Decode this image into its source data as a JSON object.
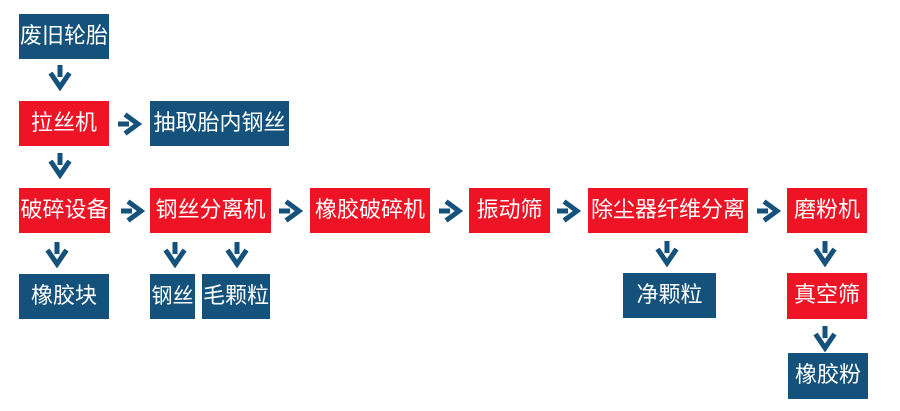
{
  "colors": {
    "red": "#ee1426",
    "blue": "#14527b",
    "arrow": "#14527b",
    "text": "#ffffff",
    "background": "#ffffff"
  },
  "diagram": {
    "description": "waste-tire-recycling-process-flowchart",
    "nodes": {
      "waste_tires": {
        "label": "废旧轮胎",
        "style": "blue"
      },
      "wire_drawing_machine": {
        "label": "拉丝机",
        "style": "red"
      },
      "extract_tire_steel": {
        "label": "抽取胎内钢丝",
        "style": "blue"
      },
      "crushing_equipment": {
        "label": "破碎设备",
        "style": "red"
      },
      "steel_wire_separator": {
        "label": "钢丝分离机",
        "style": "red"
      },
      "rubber_crusher": {
        "label": "橡胶破碎机",
        "style": "red"
      },
      "vibrating_screen": {
        "label": "振动筛",
        "style": "red"
      },
      "dust_fiber_separation": {
        "label": "除尘器纤维分离",
        "style": "red"
      },
      "grinding_machine": {
        "label": "磨粉机",
        "style": "red"
      },
      "rubber_block": {
        "label": "橡胶块",
        "style": "blue"
      },
      "steel_wire": {
        "label": "钢丝",
        "style": "blue"
      },
      "rough_granules": {
        "label": "毛颗粒",
        "style": "blue"
      },
      "clean_granules": {
        "label": "净颗粒",
        "style": "blue"
      },
      "vacuum_screen": {
        "label": "真空筛",
        "style": "red"
      },
      "rubber_powder": {
        "label": "橡胶粉",
        "style": "blue"
      }
    },
    "flows": [
      {
        "from": "废旧轮胎",
        "to": "拉丝机",
        "direction": "down"
      },
      {
        "from": "拉丝机",
        "to": "抽取胎内钢丝",
        "direction": "right"
      },
      {
        "from": "拉丝机",
        "to": "破碎设备",
        "direction": "down"
      },
      {
        "from": "破碎设备",
        "to": "钢丝分离机",
        "direction": "right"
      },
      {
        "from": "破碎设备",
        "to": "橡胶块",
        "direction": "down"
      },
      {
        "from": "钢丝分离机",
        "to": "橡胶破碎机",
        "direction": "right"
      },
      {
        "from": "钢丝分离机",
        "to": "钢丝",
        "direction": "down"
      },
      {
        "from": "钢丝分离机",
        "to": "毛颗粒",
        "direction": "down"
      },
      {
        "from": "橡胶破碎机",
        "to": "振动筛",
        "direction": "right"
      },
      {
        "from": "振动筛",
        "to": "除尘器纤维分离",
        "direction": "right"
      },
      {
        "from": "除尘器纤维分离",
        "to": "磨粉机",
        "direction": "right"
      },
      {
        "from": "除尘器纤维分离",
        "to": "净颗粒",
        "direction": "down"
      },
      {
        "from": "磨粉机",
        "to": "真空筛",
        "direction": "down"
      },
      {
        "from": "真空筛",
        "to": "橡胶粉",
        "direction": "down"
      }
    ]
  }
}
